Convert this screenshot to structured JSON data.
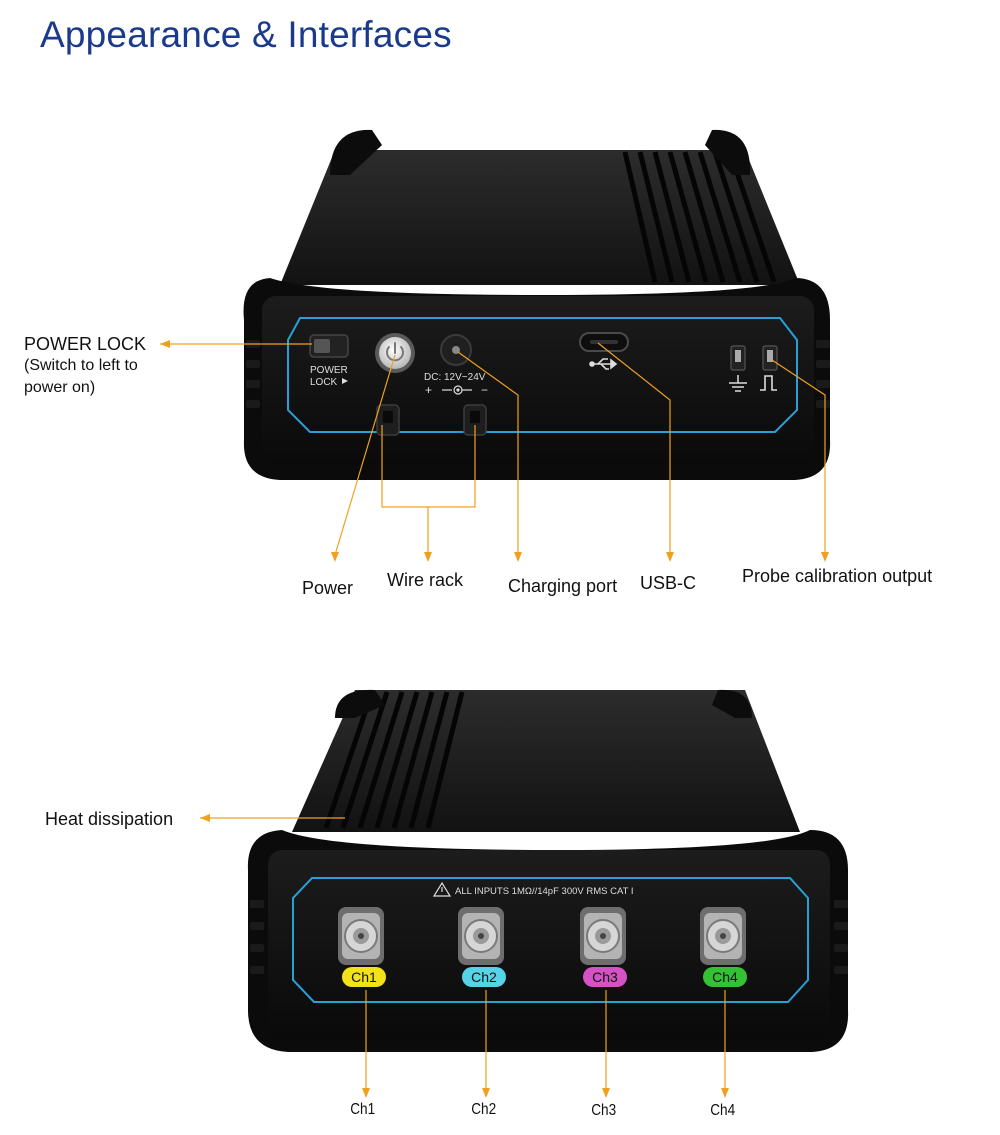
{
  "page": {
    "title": "Appearance & Interfaces"
  },
  "rear_panel": {
    "power_lock_switch_label_1": "POWER",
    "power_lock_switch_label_2": "LOCK",
    "dc_label": "DC: 12V~24V",
    "polarity_plus": "+",
    "polarity_minus": "−"
  },
  "front_panel": {
    "warning_text": "ALL INPUTS 1MΩ//14pF 300V RMS CAT I",
    "channels": [
      {
        "label": "Ch1",
        "color": "#f2e21a"
      },
      {
        "label": "Ch2",
        "color": "#56d3e6"
      },
      {
        "label": "Ch3",
        "color": "#d452c4"
      },
      {
        "label": "Ch4",
        "color": "#34c234"
      }
    ]
  },
  "callouts": {
    "power_lock": "POWER LOCK",
    "power_lock_note_1": "(Switch to left to",
    "power_lock_note_2": "power on)",
    "power": "Power",
    "wire_rack": "Wire rack",
    "charging_port": "Charging port",
    "usb_c": "USB-C",
    "probe_calibration": "Probe calibration output",
    "heat_dissipation": "Heat dissipation",
    "ch1": "Ch1",
    "ch2": "Ch2",
    "ch3": "Ch3",
    "ch4": "Ch4"
  },
  "colors": {
    "accent_line": "#f0a020",
    "title": "#1b3a8c",
    "panel_outline": "#2a9fd6"
  }
}
